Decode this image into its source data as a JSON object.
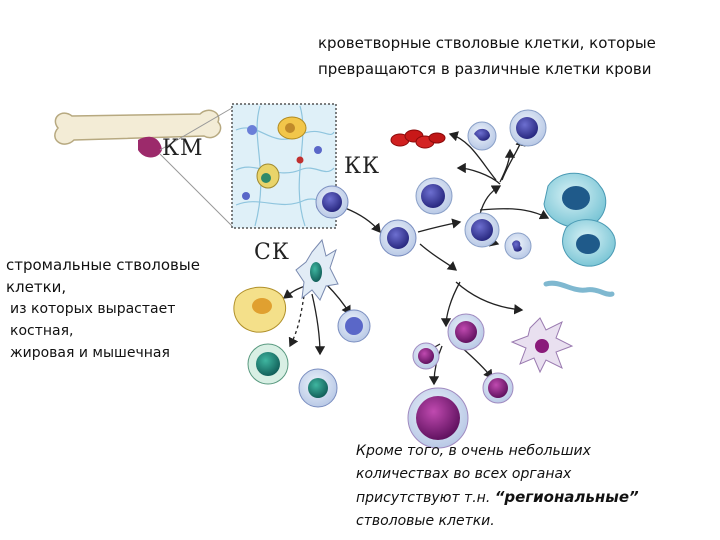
{
  "hsc": {
    "title_bold": "кроветворные стволовые клетки",
    "title_rest": ", которые",
    "line2": "превращаются в различные клетки крови"
  },
  "labels": {
    "km": "КМ",
    "kk": "КК",
    "sk": "СК"
  },
  "msc": {
    "line1": "стромальные стволовые",
    "line2": "клетки,",
    "line3": "из которых вырастает",
    "line4": "костная,",
    "line5": "жировая и мышечная"
  },
  "other": {
    "line1": "Кроме того, в очень небольших",
    "line2": "количествах во всех органах",
    "line3a": "присутствуют т.н. ",
    "line3b": "“региональные”",
    "line4": "стволовые клетки."
  }
}
